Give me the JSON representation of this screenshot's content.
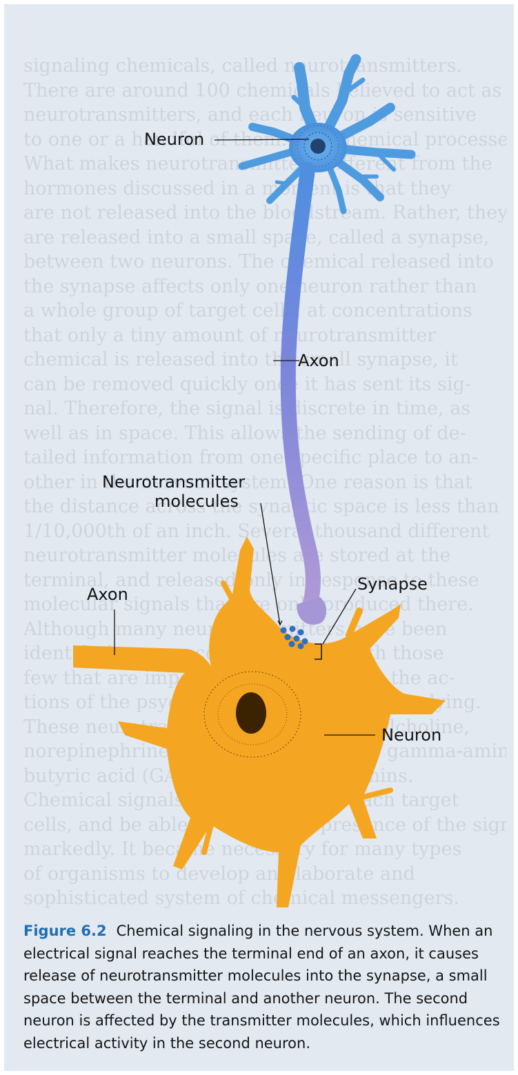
{
  "labels": {
    "neuron_top": "Neuron",
    "axon_top": "Axon",
    "neurotransmitter_line1": "Neurotransmitter",
    "neurotransmitter_line2": "molecules",
    "synapse": "Synapse",
    "axon_left": "Axon",
    "neuron_bottom": "Neuron"
  },
  "caption": {
    "figure_number": "Figure 6.2",
    "text": "Chemical signaling in the nervous system. When an electrical signal reaches the terminal end of an axon, it causes release of neurotransmitter molecules into the synapse, a small space between the terminal and another neuron. The second neuron is affected by the transmitter molecules, which influences electrical activity in the second neuron."
  },
  "colors": {
    "background": "#e3e9f0",
    "top_neuron": "#4f9be0",
    "bottom_neuron": "#f4a623",
    "axon_terminal": "#a596d6",
    "molecules": "#2e6fc4",
    "caption_figure_number": "#1f6fb3"
  }
}
